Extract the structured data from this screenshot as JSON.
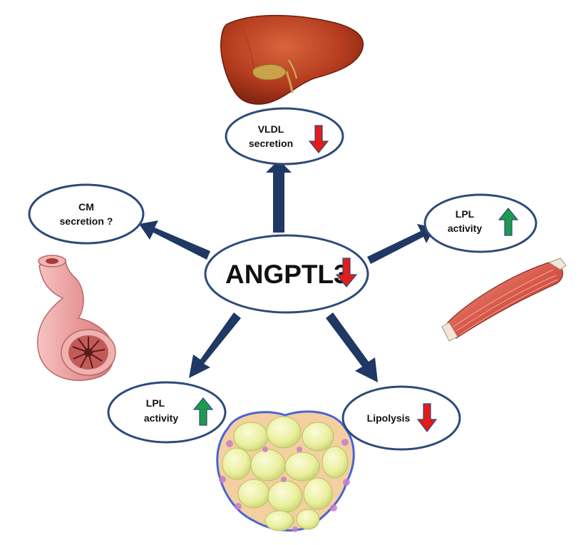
{
  "center": {
    "label": "ANGPTL3"
  },
  "nodes": {
    "liver": {
      "line1": "VLDL",
      "line2": "secretion",
      "effect": "down"
    },
    "intestine": {
      "line1": "CM",
      "line2": "secretion ?"
    },
    "muscle": {
      "line1": "LPL",
      "line2": "activity",
      "effect": "up"
    },
    "adipose_lpl": {
      "line1": "LPL",
      "line2": "activity",
      "effect": "up"
    },
    "adipose_lipolysis": {
      "line1": "Lipolysis",
      "effect": "down"
    }
  },
  "colors": {
    "arrow": "#1f3864",
    "ellipse_border": "#2e4a7a",
    "down": "#e41b1b",
    "up": "#1e9a4e"
  }
}
